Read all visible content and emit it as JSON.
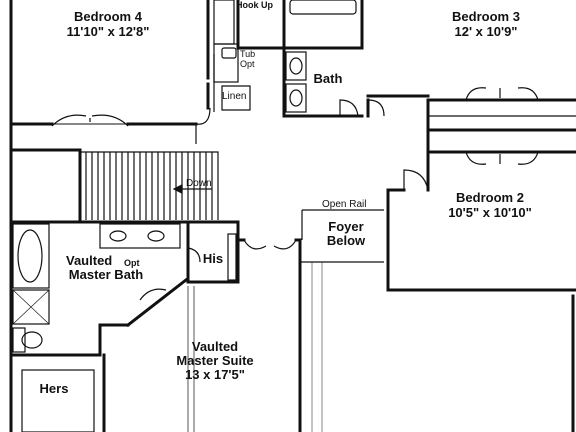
{
  "rooms": {
    "bedroom4": {
      "name": "Bedroom 4",
      "size": "11'10\" x 12'8\""
    },
    "bedroom3": {
      "name": "Bedroom 3",
      "size": "12' x 10'9\""
    },
    "bedroom2": {
      "name": "Bedroom 2",
      "size": "10'5\" x 10'10\""
    },
    "master_suite": {
      "name1": "Vaulted",
      "name2": "Master Suite",
      "size": "13 x 17'5\""
    },
    "master_bath": {
      "name1": "Vaulted",
      "opt": "Opt",
      "name2": "Master Bath"
    },
    "foyer": {
      "name1": "Foyer",
      "name2": "Below"
    },
    "bath": "Bath",
    "his": "His",
    "hers": "Hers"
  },
  "labels": {
    "hookup": "Hook Up",
    "tub": "Tub",
    "opt": "Opt",
    "linen": "Linen",
    "down": "Down",
    "open_rail": "Open Rail"
  }
}
